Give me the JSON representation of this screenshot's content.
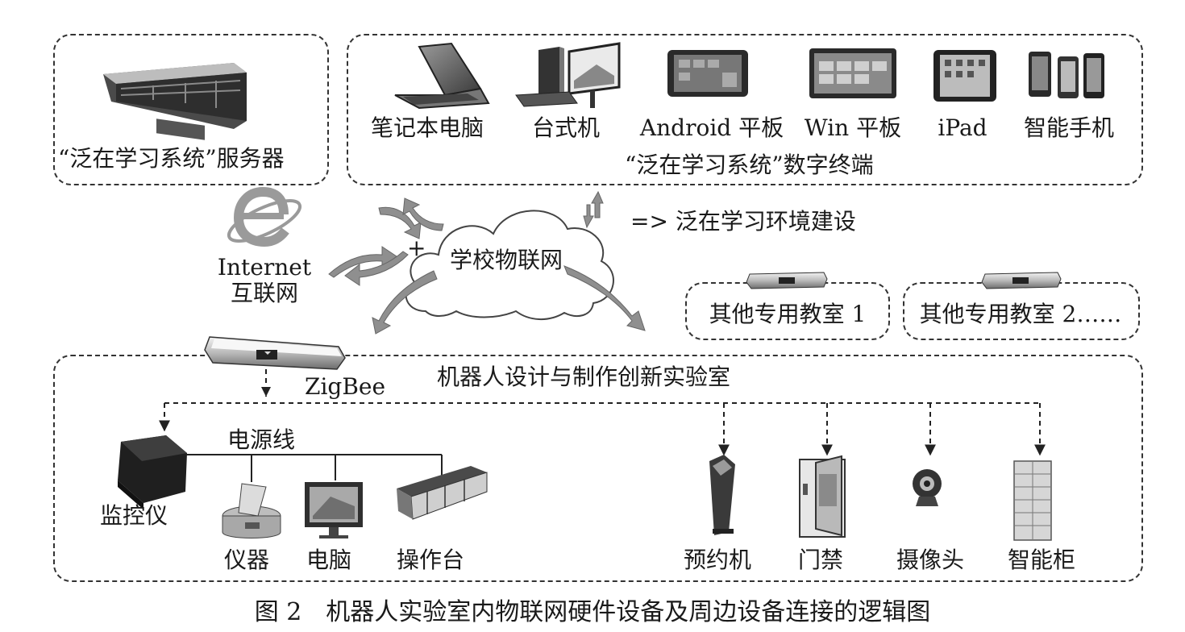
{
  "server": {
    "label": "“泛在学习系统”服务器"
  },
  "terminals": {
    "items": [
      {
        "label": "笔记本电脑",
        "icon": "laptop-icon"
      },
      {
        "label": "台式机",
        "icon": "desktop-computer-icon"
      },
      {
        "label": "Android 平板",
        "icon": "android-tablet-icon"
      },
      {
        "label": "Win 平板",
        "icon": "windows-tablet-icon"
      },
      {
        "label": "iPad",
        "icon": "ipad-icon"
      },
      {
        "label": "智能手机",
        "icon": "smartphones-icon"
      }
    ],
    "caption": "“泛在学习系统”数字终端"
  },
  "internet": {
    "line1": "Internet",
    "line2": "互联网",
    "icon": "internet-explorer-icon"
  },
  "cloud": {
    "label": "学校物联网",
    "plus": "+"
  },
  "env_note": "=> 泛在学习环境建设",
  "other_rooms": [
    {
      "label": "其他专用教室 1"
    },
    {
      "label": "其他专用教室 2……"
    }
  ],
  "lab": {
    "title": "机器人设计与制作创新实验室",
    "gateway_label": "ZigBee",
    "power_line_label": "电源线",
    "left_devices": [
      {
        "label": "监控仪",
        "icon": "monitor-device-icon"
      },
      {
        "label": "仪器",
        "icon": "instrument-icon"
      },
      {
        "label": "电脑",
        "icon": "computer-monitor-icon"
      },
      {
        "label": "操作台",
        "icon": "workbench-icon"
      }
    ],
    "right_devices": [
      {
        "label": "预约机",
        "icon": "kiosk-icon"
      },
      {
        "label": "门禁",
        "icon": "door-access-icon"
      },
      {
        "label": "摄像头",
        "icon": "webcam-icon"
      },
      {
        "label": "智能柜",
        "icon": "smart-locker-icon"
      }
    ]
  },
  "figure_caption": "图 2　机器人实验室内物联网硬件设备及周边设备连接的逻辑图"
}
